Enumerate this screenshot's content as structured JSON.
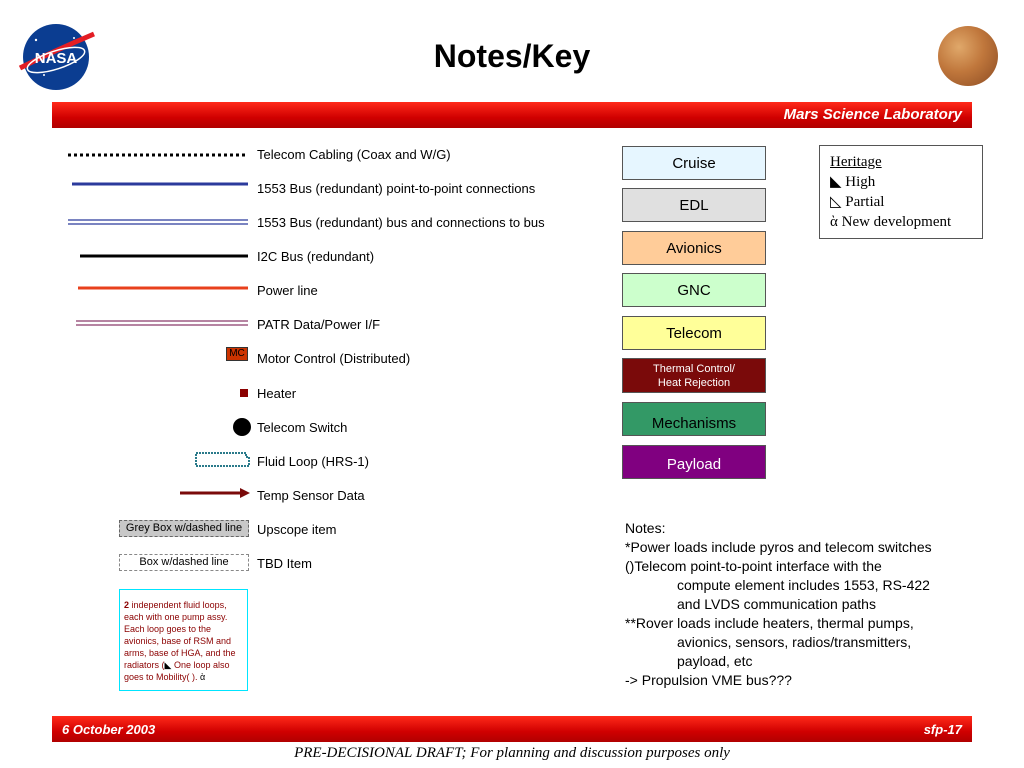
{
  "header": {
    "title": "Notes/Key",
    "bar_label": "Mars Science Laboratory",
    "logo_text": "NASA"
  },
  "legend": [
    {
      "label": "Telecom Cabling (Coax and W/G)"
    },
    {
      "label": "1553 Bus (redundant) point-to-point connections"
    },
    {
      "label": "1553 Bus (redundant) bus and connections to bus"
    },
    {
      "label": "I2C Bus (redundant)"
    },
    {
      "label": "Power line"
    },
    {
      "label": "PATR Data/Power I/F"
    },
    {
      "label": "Motor Control (Distributed)",
      "badge": "MC"
    },
    {
      "label": "Heater"
    },
    {
      "label": "Telecom Switch"
    },
    {
      "label": "Fluid Loop (HRS-1)"
    },
    {
      "label": "Temp Sensor Data"
    },
    {
      "label": "Upscope item",
      "box": "Grey Box w/dashed line"
    },
    {
      "label": "TBD Item",
      "box": "Box w/dashed line"
    }
  ],
  "fluid_note": {
    "lead": "2",
    "text": " independent fluid loops, each with one pump assy. Each loop goes to the avionics, base of RSM and arms, base of HGA, and the radiators (",
    "text2": " One loop also goes to Mobility(   ).  "
  },
  "subsystems": [
    {
      "label": "Cruise",
      "color": "#e6f6ff"
    },
    {
      "label": "EDL",
      "color": "#e0e0e0"
    },
    {
      "label": "Avionics",
      "color": "#ffcc99"
    },
    {
      "label": "GNC",
      "color": "#ccffcc"
    },
    {
      "label": "Telecom",
      "color": "#ffff99"
    },
    {
      "label": "Thermal Control/",
      "label2": "Heat Rejection",
      "color": "#7a0a0a"
    },
    {
      "label": "Mechanisms",
      "color": "#339966"
    },
    {
      "label": "Payload",
      "color": "#800080"
    }
  ],
  "heritage": {
    "title": "Heritage",
    "items": [
      {
        "symbol": "◣",
        "label": "High"
      },
      {
        "symbol": "◺",
        "label": "Partial"
      },
      {
        "symbol": "ὰ",
        "label": "New development"
      }
    ]
  },
  "notes": {
    "title": "Notes:",
    "line1": "*Power loads include pyros and telecom switches",
    "line2": "()Telecom point-to-point interface with the",
    "line2b": "compute element includes 1553, RS-422",
    "line2c": "and LVDS communication paths",
    "line3": "**Rover loads include heaters, thermal pumps,",
    "line3b": "avionics, sensors, radios/transmitters,",
    "line3c": "payload, etc",
    "line4": "-> Propulsion VME bus???"
  },
  "footer": {
    "date": "6 October 2003",
    "page": "sfp-17",
    "disclaimer": "PRE-DECISIONAL DRAFT; For planning and discussion purposes only"
  },
  "colors": {
    "bar_red": "#e00000",
    "telecom_cable": "#000000",
    "bus_1553": "#2b3a9c",
    "power_line": "#e8401c",
    "patr": "#8b3a6b",
    "heater": "#8b0000",
    "temp_sensor": "#7a0a0a"
  }
}
